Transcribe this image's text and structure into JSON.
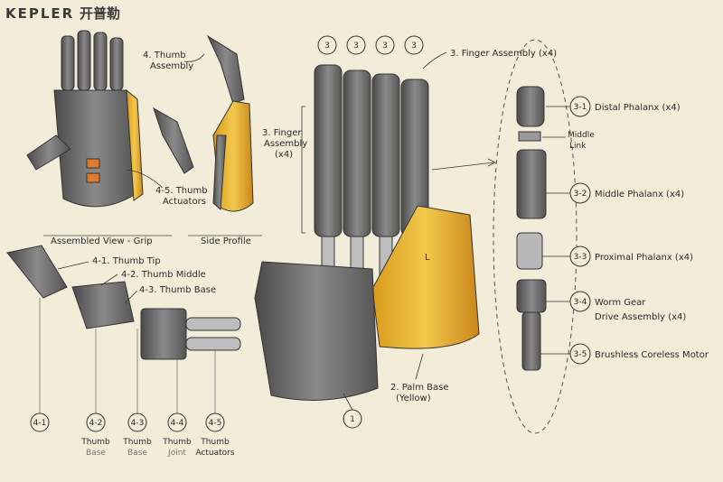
{
  "brand": {
    "name": "KEPLER",
    "cn": "开普勒"
  },
  "views": {
    "grip": "Assembled View - Grip",
    "side": "Side Profile"
  },
  "callouts": {
    "thumb_assembly": [
      "4. Thumb",
      "Assembly"
    ],
    "thumb_actuators": [
      "4-5. Thumb",
      "Actuators"
    ],
    "finger_assembly_top": "3. Finger Assembly (x4)",
    "finger_assembly_side": [
      "3. Finger",
      "Assembly",
      "(x4)"
    ],
    "thumb_tip": "4-1. Thumb Tip",
    "thumb_middle": "4-2. Thumb Middle",
    "thumb_base": "4-3. Thumb Base",
    "palm_base": [
      "2. Palm Base",
      "(Yellow)"
    ],
    "palm_letter": "L",
    "middle_link": [
      "Middle",
      "Link"
    ]
  },
  "finger_markers": [
    "3",
    "3",
    "3",
    "3"
  ],
  "finger_parts": [
    {
      "code": "3-1",
      "label": "Distal Phalanx  (x4)"
    },
    {
      "code": "3-2",
      "label": "Middle Phalanx  (x4)"
    },
    {
      "code": "3-3",
      "label": "Proximal Phalanx  (x4)"
    },
    {
      "code": "3-4",
      "label": "Worm Gear",
      "label2": "Drive Assembly  (x4)"
    },
    {
      "code": "3-5",
      "label": "Brushless Coreless Motor"
    }
  ],
  "bottom_markers": [
    {
      "code": "4-1",
      "line1": "",
      "line2": ""
    },
    {
      "code": "4-2",
      "line1": "Thumb",
      "line2": "Base"
    },
    {
      "code": "4-3",
      "line1": "Thumb",
      "line2": "Base"
    },
    {
      "code": "4-4",
      "line1": "Thumb",
      "line2": "Joint"
    },
    {
      "code": "4-5",
      "line1": "Thumb",
      "line2": "Actuators"
    }
  ],
  "palm_marker": "1",
  "colors": {
    "paper": "#f3ecd9",
    "metal": "#6e6e6e",
    "yellow": "#e8b42a",
    "accent": "#e27a2a"
  }
}
